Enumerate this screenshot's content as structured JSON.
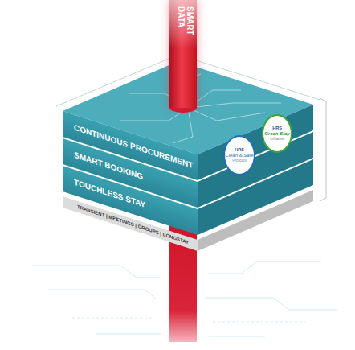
{
  "diagram": {
    "nodes": [
      {
        "text": [
          "SMART DATA"
        ]
      },
      {
        "text": [
          "CONTINUOUS PROCUREMENT"
        ]
      },
      {
        "text": [
          "SMART BOOKING"
        ]
      },
      {
        "text": [
          "TOUCHLESS STAY"
        ]
      },
      {
        "text": [
          "TRANSIENT | MEETINGS | GROUPS | LONGSTAY"
        ]
      },
      {
        "text": [
          "HRS",
          "Clean & Safe",
          "Protocol"
        ]
      },
      {
        "text": [
          "HRS",
          "Green Stay",
          "Initiative"
        ]
      }
    ]
  }
}
